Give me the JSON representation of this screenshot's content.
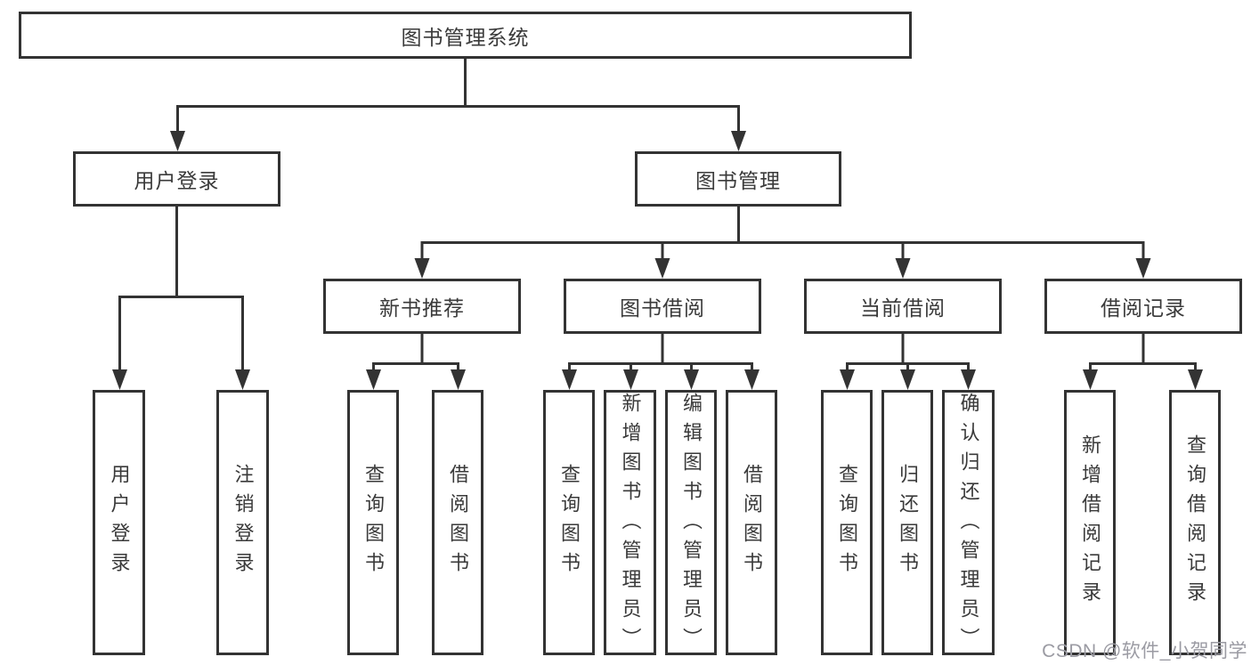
{
  "nodes": {
    "root": "图书管理系统",
    "user_login": "用户登录",
    "book_mgmt": "图书管理",
    "new_book_rec": "新书推荐",
    "book_borrow": "图书借阅",
    "current_borrow": "当前借阅",
    "borrow_records": "借阅记录",
    "leaves": {
      "user_login_sub": [
        "用户登录",
        "注销登录"
      ],
      "new_book_sub": [
        "查询图书",
        "借阅图书"
      ],
      "book_borrow_sub": [
        "查询图书",
        "新增图书（管理员）",
        "编辑图书（管理员）",
        "借阅图书"
      ],
      "current_borrow_sub": [
        "查询图书",
        "归还图书",
        "确认归还（管理员）"
      ],
      "borrow_records_sub": [
        "新增借阅记录",
        "查询借阅记录"
      ]
    }
  },
  "watermark": "CSDN @软件_小贺同学",
  "colors": {
    "line": "#333333",
    "border": "#333333",
    "text": "#3a3a3a",
    "background": "#ffffff",
    "watermark": "#9b9ba3"
  }
}
